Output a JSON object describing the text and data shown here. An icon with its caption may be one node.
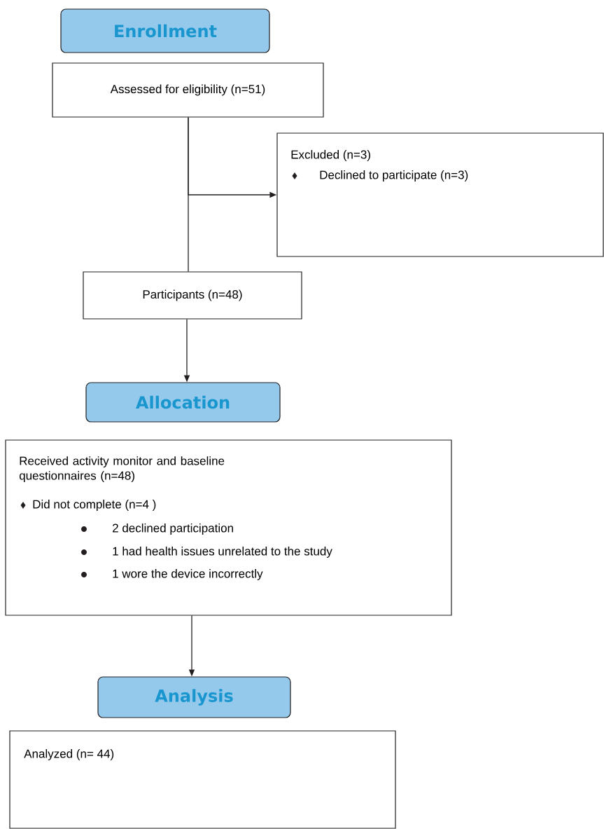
{
  "diagram": {
    "nodes": [
      {
        "text": [
          "Enrollment"
        ]
      },
      {
        "text": [
          "Assessed for eligibility (n=51)"
        ]
      },
      {
        "text": [
          "Excluded  (n=3)",
          "Declined to participate (n=3)"
        ]
      },
      {
        "text": [
          "Participants (n=48)"
        ]
      },
      {
        "text": [
          "Allocation"
        ]
      },
      {
        "text": [
          "Received activity monitor and baseline questionnaires (n=48)",
          "Did not complete  (n=4 )",
          "2 declined participation",
          "1 had health issues unrelated to the study",
          "1 wore the device incorrectly"
        ]
      },
      {
        "text": [
          "Analysis"
        ]
      },
      {
        "text": [
          "Analyzed  (n= 44)"
        ]
      }
    ],
    "edges": [
      {
        "from": 1,
        "to": 3,
        "arrow": "none"
      },
      {
        "from": 1,
        "to": 2,
        "arrow": "to"
      },
      {
        "from": 3,
        "to": 4,
        "arrow": "to"
      },
      {
        "from": 5,
        "to": 6,
        "arrow": "to"
      }
    ]
  }
}
